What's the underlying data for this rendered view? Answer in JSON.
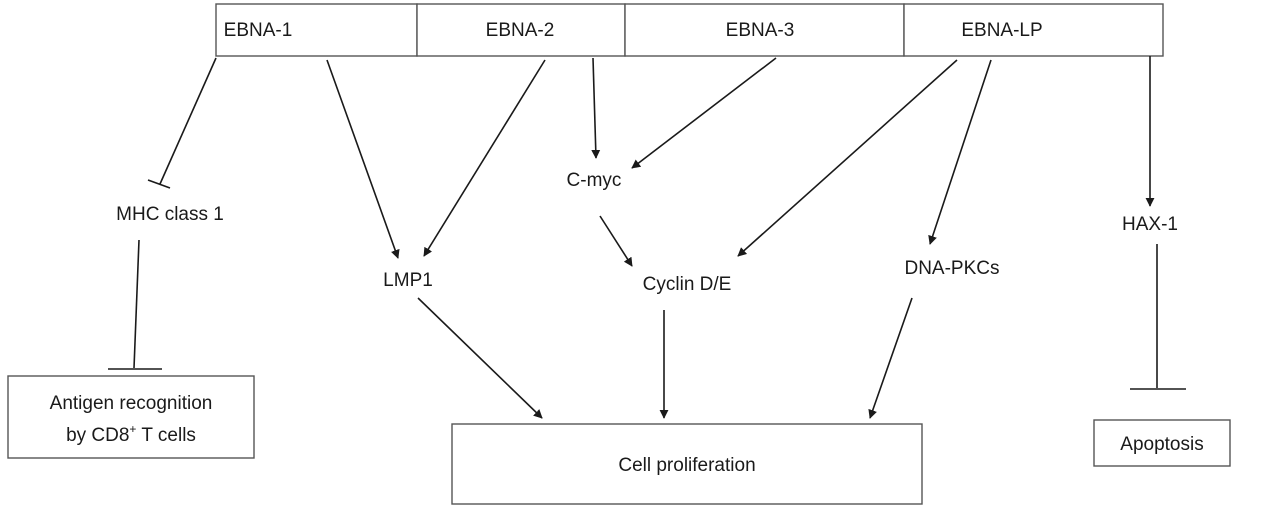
{
  "top_bar": {
    "segments": [
      "EBNA-1",
      "EBNA-2",
      "EBNA-3",
      "EBNA-LP"
    ]
  },
  "nodes": {
    "mhc": "MHC class 1",
    "lmp1": "LMP1",
    "cmyc": "C-myc",
    "cyclin": "Cyclin D/E",
    "dnapkcs": "DNA-PKCs",
    "hax1": "HAX-1"
  },
  "boxes": {
    "antigen_line1": "Antigen recognition",
    "antigen_line2_prefix": "by CD8",
    "antigen_line2_sup": "+",
    "antigen_line2_suffix": " T cells",
    "proliferation": "Cell proliferation",
    "apoptosis": "Apoptosis"
  },
  "edges": [
    {
      "from": "EBNA-1",
      "to": "MHC class 1",
      "kind": "inhibit"
    },
    {
      "from": "EBNA-1",
      "to": "LMP1",
      "kind": "activate"
    },
    {
      "from": "EBNA-2",
      "to": "LMP1",
      "kind": "activate"
    },
    {
      "from": "EBNA-2",
      "to": "C-myc",
      "kind": "activate"
    },
    {
      "from": "EBNA-3",
      "to": "C-myc",
      "kind": "activate"
    },
    {
      "from": "C-myc",
      "to": "Cyclin D/E",
      "kind": "activate"
    },
    {
      "from": "EBNA-LP",
      "to": "Cyclin D/E",
      "kind": "activate"
    },
    {
      "from": "EBNA-LP",
      "to": "DNA-PKCs",
      "kind": "activate"
    },
    {
      "from": "EBNA-LP",
      "to": "HAX-1",
      "kind": "activate"
    },
    {
      "from": "MHC class 1",
      "to": "Antigen recognition by CD8+ T cells",
      "kind": "inhibit"
    },
    {
      "from": "LMP1",
      "to": "Cell proliferation",
      "kind": "activate"
    },
    {
      "from": "Cyclin D/E",
      "to": "Cell proliferation",
      "kind": "activate"
    },
    {
      "from": "DNA-PKCs",
      "to": "Cell proliferation",
      "kind": "activate"
    },
    {
      "from": "HAX-1",
      "to": "Apoptosis",
      "kind": "inhibit"
    }
  ]
}
